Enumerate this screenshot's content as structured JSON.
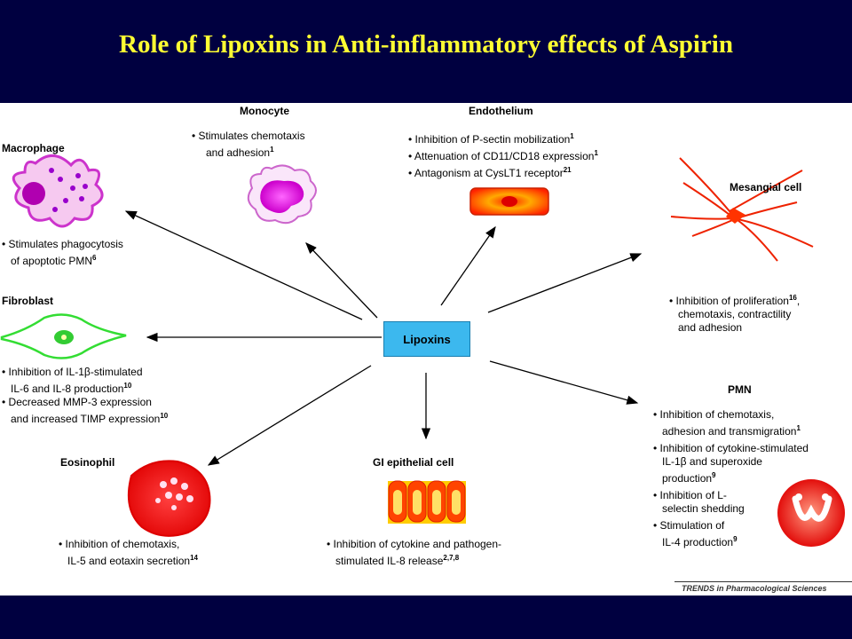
{
  "title": "Role of Lipoxins in Anti-inflammatory  effects of Aspirin",
  "center": "Lipoxins",
  "source": "TRENDS in Pharmacological Sciences",
  "cells": {
    "macrophage": {
      "name": "Macrophage",
      "lines": [
        "• Stimulates phagocytosis",
        "of apoptotic PMN"
      ],
      "refs": [
        "",
        "6"
      ]
    },
    "monocyte": {
      "name": "Monocyte",
      "lines": [
        "• Stimulates chemotaxis",
        "and adhesion"
      ],
      "refs": [
        "",
        "1"
      ]
    },
    "endothelium": {
      "name": "Endothelium",
      "lines": [
        "• Inhibition of P-sectin mobilization",
        "• Attenuation of CD11/CD18 expression",
        "• Antagonism at CysLT1 receptor"
      ],
      "refs": [
        "1",
        "1",
        "21"
      ]
    },
    "mesangial": {
      "name": "Mesangial cell",
      "lines": [
        "• Inhibition of proliferation",
        "chemotaxis, contractility",
        "and adhesion"
      ],
      "refs": [
        "16",
        "",
        ""
      ]
    },
    "fibroblast": {
      "name": "Fibroblast",
      "lines": [
        "• Inhibition of IL-1β-stimulated",
        "IL-6 and IL-8 production",
        "• Decreased MMP-3 expression",
        "and increased TIMP expression"
      ],
      "refs": [
        "",
        "10",
        "",
        "10"
      ]
    },
    "pmn": {
      "name": "PMN",
      "lines": [
        "• Inhibition of chemotaxis,",
        "adhesion and transmigration",
        "• Inhibition of cytokine-stimulated",
        "IL-1β and superoxide",
        "production",
        "• Inhibition of L-",
        "selectin shedding",
        "• Stimulation of",
        "IL-4 production"
      ],
      "refs": [
        "",
        "1",
        "",
        "",
        "9",
        "",
        "",
        "",
        "9"
      ]
    },
    "eosinophil": {
      "name": "Eosinophil",
      "lines": [
        "• Inhibition of chemotaxis,",
        "IL-5 and eotaxin secretion"
      ],
      "refs": [
        "",
        "14"
      ]
    },
    "gi": {
      "name": "GI epithelial cell",
      "lines": [
        "• Inhibition of cytokine and pathogen-",
        "stimulated IL-8 release"
      ],
      "refs": [
        "",
        "2,7,8"
      ]
    }
  }
}
